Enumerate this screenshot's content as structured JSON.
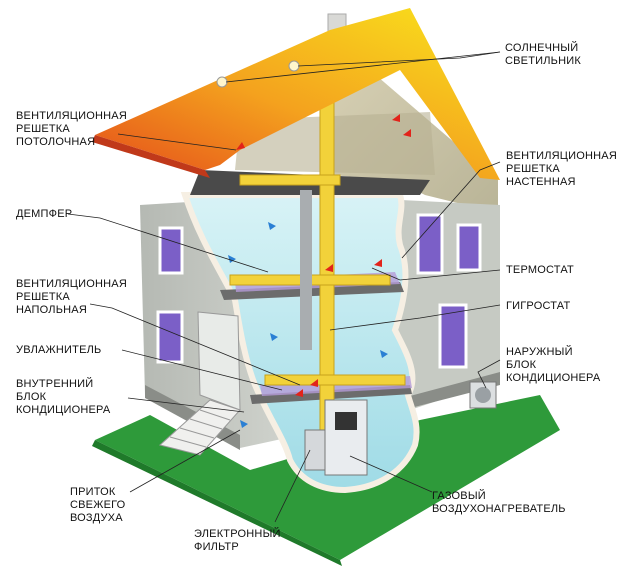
{
  "labels": {
    "solar_light": [
      "СОЛНЕЧНЫЙ",
      "СВЕТИЛЬНИК"
    ],
    "ceiling_vent": [
      "ВЕНТИЛЯЦИОННАЯ",
      "РЕШЕТКА",
      "ПОТОЛОЧНАЯ"
    ],
    "wall_vent": [
      "ВЕНТИЛЯЦИОННАЯ",
      "РЕШЕТКА",
      "НАСТЕННАЯ"
    ],
    "damper": [
      "ДЕМПФЕР"
    ],
    "thermostat": [
      "ТЕРМОСТАТ"
    ],
    "floor_vent": [
      "ВЕНТИЛЯЦИОННАЯ",
      "РЕШЕТКА",
      "НАПОЛЬНАЯ"
    ],
    "hygrostat": [
      "ГИГРОСТАТ"
    ],
    "humidifier": [
      "УВЛАЖНИТЕЛЬ"
    ],
    "outdoor_unit": [
      "НАРУЖНЫЙ",
      "БЛОК",
      "КОНДИЦИОНЕРА"
    ],
    "indoor_unit": [
      "ВНУТРЕННИЙ",
      "БЛОК",
      "КОНДИЦИОНЕРА"
    ],
    "fresh_air": [
      "ПРИТОК",
      "СВЕЖЕГО",
      "ВОЗДУХА"
    ],
    "gas_heater": [
      "ГАЗОВЫЙ",
      "ВОЗДУХОНАГРЕВАТЕЛЬ"
    ],
    "electronic_filter": [
      "ЭЛЕКТРОННЫЙ",
      "ФИЛЬТР"
    ]
  },
  "colors": {
    "roof_light": "#f7e11a",
    "roof_dark": "#e8541c",
    "wall": "#c9ccc6",
    "interior": "#bfe9f0",
    "duct": "#f2d23a",
    "lawn": "#2e9a3a",
    "window": "#7b5fc7"
  }
}
